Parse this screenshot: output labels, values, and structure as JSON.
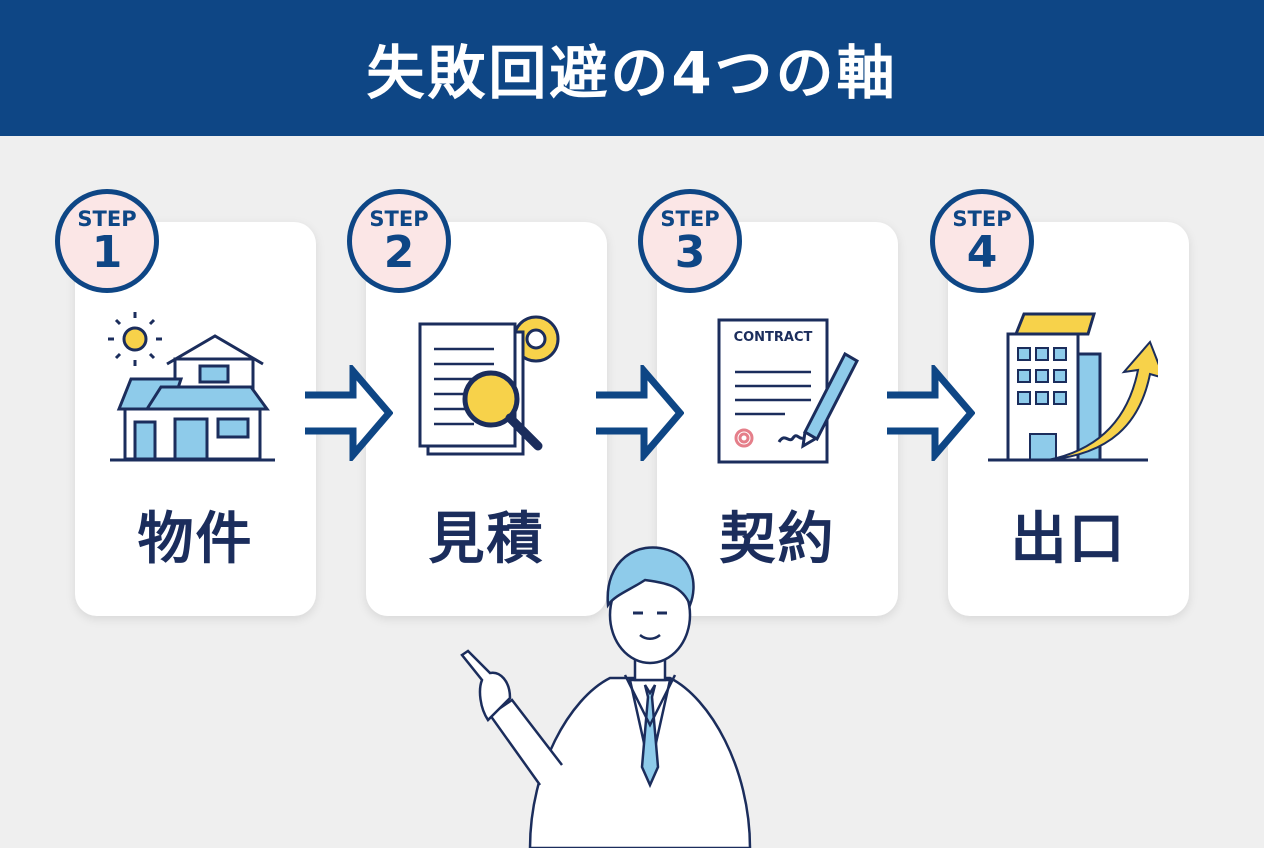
{
  "title": "失敗回避の4つの軸",
  "steps": [
    {
      "step_label": "STEP",
      "number": "1",
      "label": "物件",
      "icon": "house-icon"
    },
    {
      "step_label": "STEP",
      "number": "2",
      "label": "見積",
      "icon": "document-search-gear-icon"
    },
    {
      "step_label": "STEP",
      "number": "3",
      "label": "契約",
      "icon": "contract-pen-icon"
    },
    {
      "step_label": "STEP",
      "number": "4",
      "label": "出口",
      "icon": "building-growth-icon"
    }
  ],
  "contract_text": "CONTRACT",
  "colors": {
    "header": "#0e4685",
    "navy": "#1b2d5c",
    "light_blue": "#8ecbea",
    "yellow": "#f7d24a",
    "badge_fill": "#fbe6e6"
  }
}
